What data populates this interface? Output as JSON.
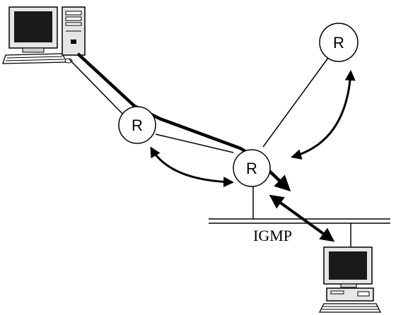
{
  "diagram": {
    "router_label": "R",
    "link_label": "IGMP",
    "colors": {
      "line": "#000000",
      "background": "#ffffff",
      "monitor_screen": "#1a1a1a",
      "computer_case": "#e6e6e6"
    },
    "nodes": [
      {
        "id": "source-computer",
        "type": "computer"
      },
      {
        "id": "router-upper-left",
        "type": "router"
      },
      {
        "id": "router-top-right",
        "type": "router"
      },
      {
        "id": "router-center",
        "type": "router"
      },
      {
        "id": "receiver-computer",
        "type": "computer"
      }
    ]
  }
}
